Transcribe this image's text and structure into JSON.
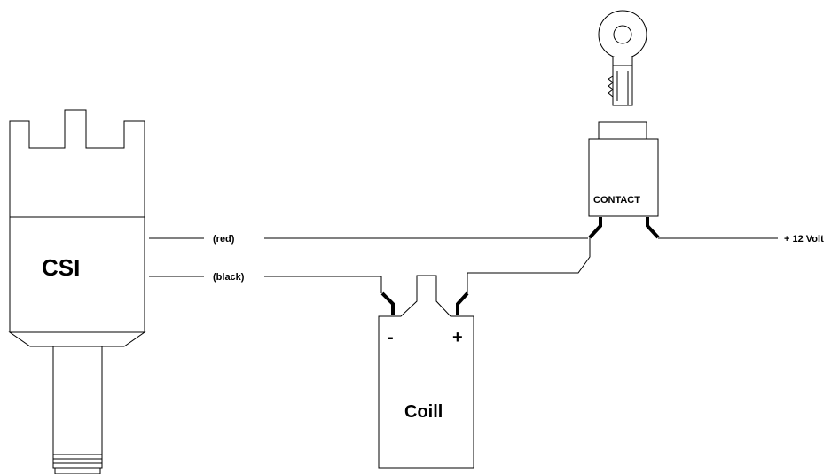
{
  "components": {
    "distributor": {
      "label": "CSI"
    },
    "coil": {
      "label": "Coill",
      "minus": "-",
      "plus": "+"
    },
    "contact": {
      "label": "CONTACT"
    }
  },
  "wires": {
    "red": "(red)",
    "black": "(black)",
    "supply": "+ 12 Volt"
  },
  "icons": [
    "key-icon"
  ]
}
